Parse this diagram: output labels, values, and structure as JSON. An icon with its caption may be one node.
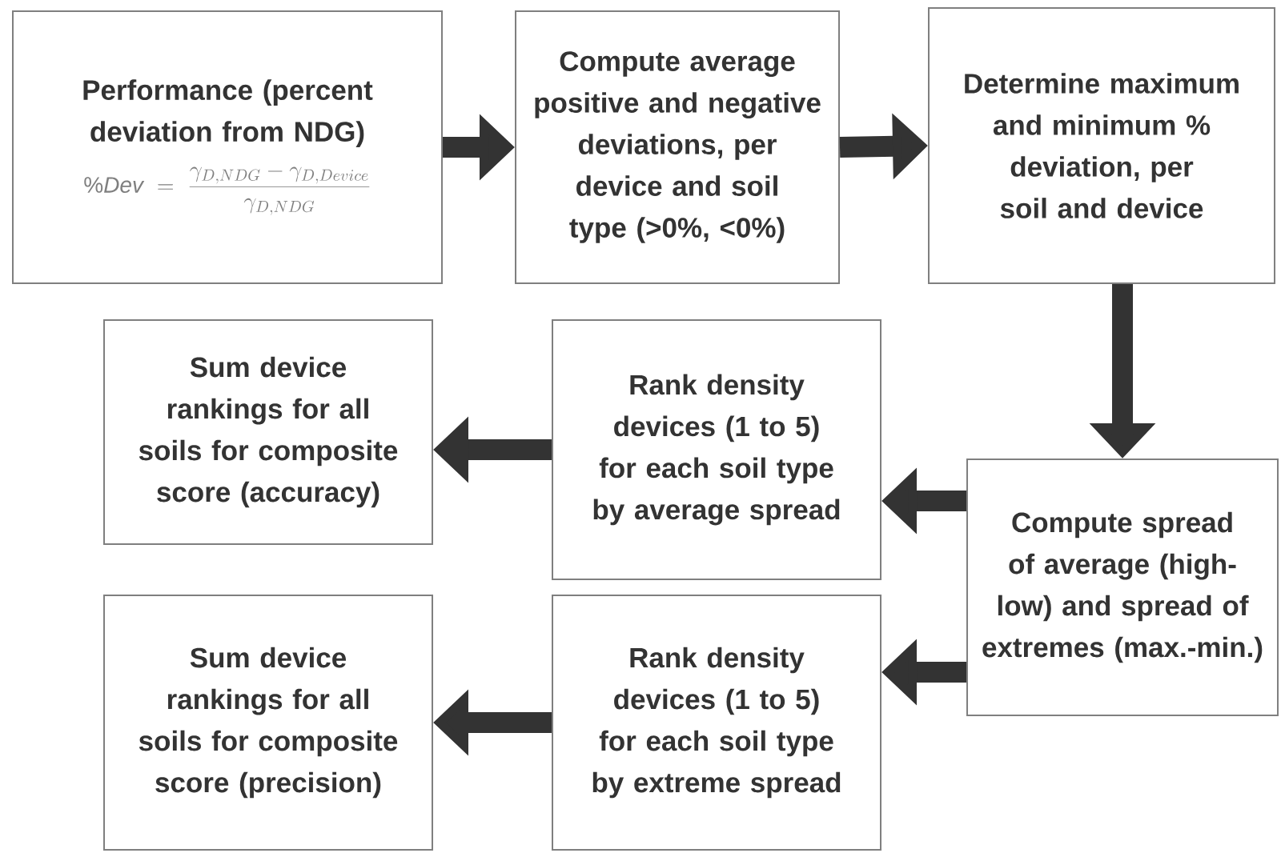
{
  "diagram": {
    "nodes": [
      {
        "text": [
          "Performance (percent deviation from NDG)",
          "\\% \\mathit{Dev} = \\frac{\\gamma_{D,NDG} - \\gamma_{D,Device}}{\\gamma_{D,NDG}}"
        ]
      },
      {
        "text": [
          "Compute average positive and negative deviations, per device and soil type (>0%, <0%)"
        ]
      },
      {
        "text": [
          "Determine maximum and minimum % deviation, per soil and device"
        ]
      },
      {
        "text": [
          "Sum device rankings for all soils for composite score (accuracy)"
        ]
      },
      {
        "text": [
          "Rank density devices (1 to 5) for each soil type by average spread"
        ]
      },
      {
        "text": [
          "Compute spread of average (high-low) and spread of extremes (max.-min.)"
        ]
      },
      {
        "text": [
          "Sum device rankings for all soils for composite score (precision)"
        ]
      },
      {
        "text": [
          "Rank density devices (1 to 5) for each soil type by extreme spread"
        ]
      }
    ],
    "edges": [
      {
        "from": 0,
        "to": 1,
        "arrow": "to"
      },
      {
        "from": 1,
        "to": 2,
        "arrow": "to"
      },
      {
        "from": 2,
        "to": 5,
        "arrow": "to"
      },
      {
        "from": 5,
        "to": 4,
        "arrow": "to"
      },
      {
        "from": 5,
        "to": 7,
        "arrow": "to"
      },
      {
        "from": 4,
        "to": 3,
        "arrow": "to"
      },
      {
        "from": 7,
        "to": 6,
        "arrow": "to"
      }
    ]
  }
}
